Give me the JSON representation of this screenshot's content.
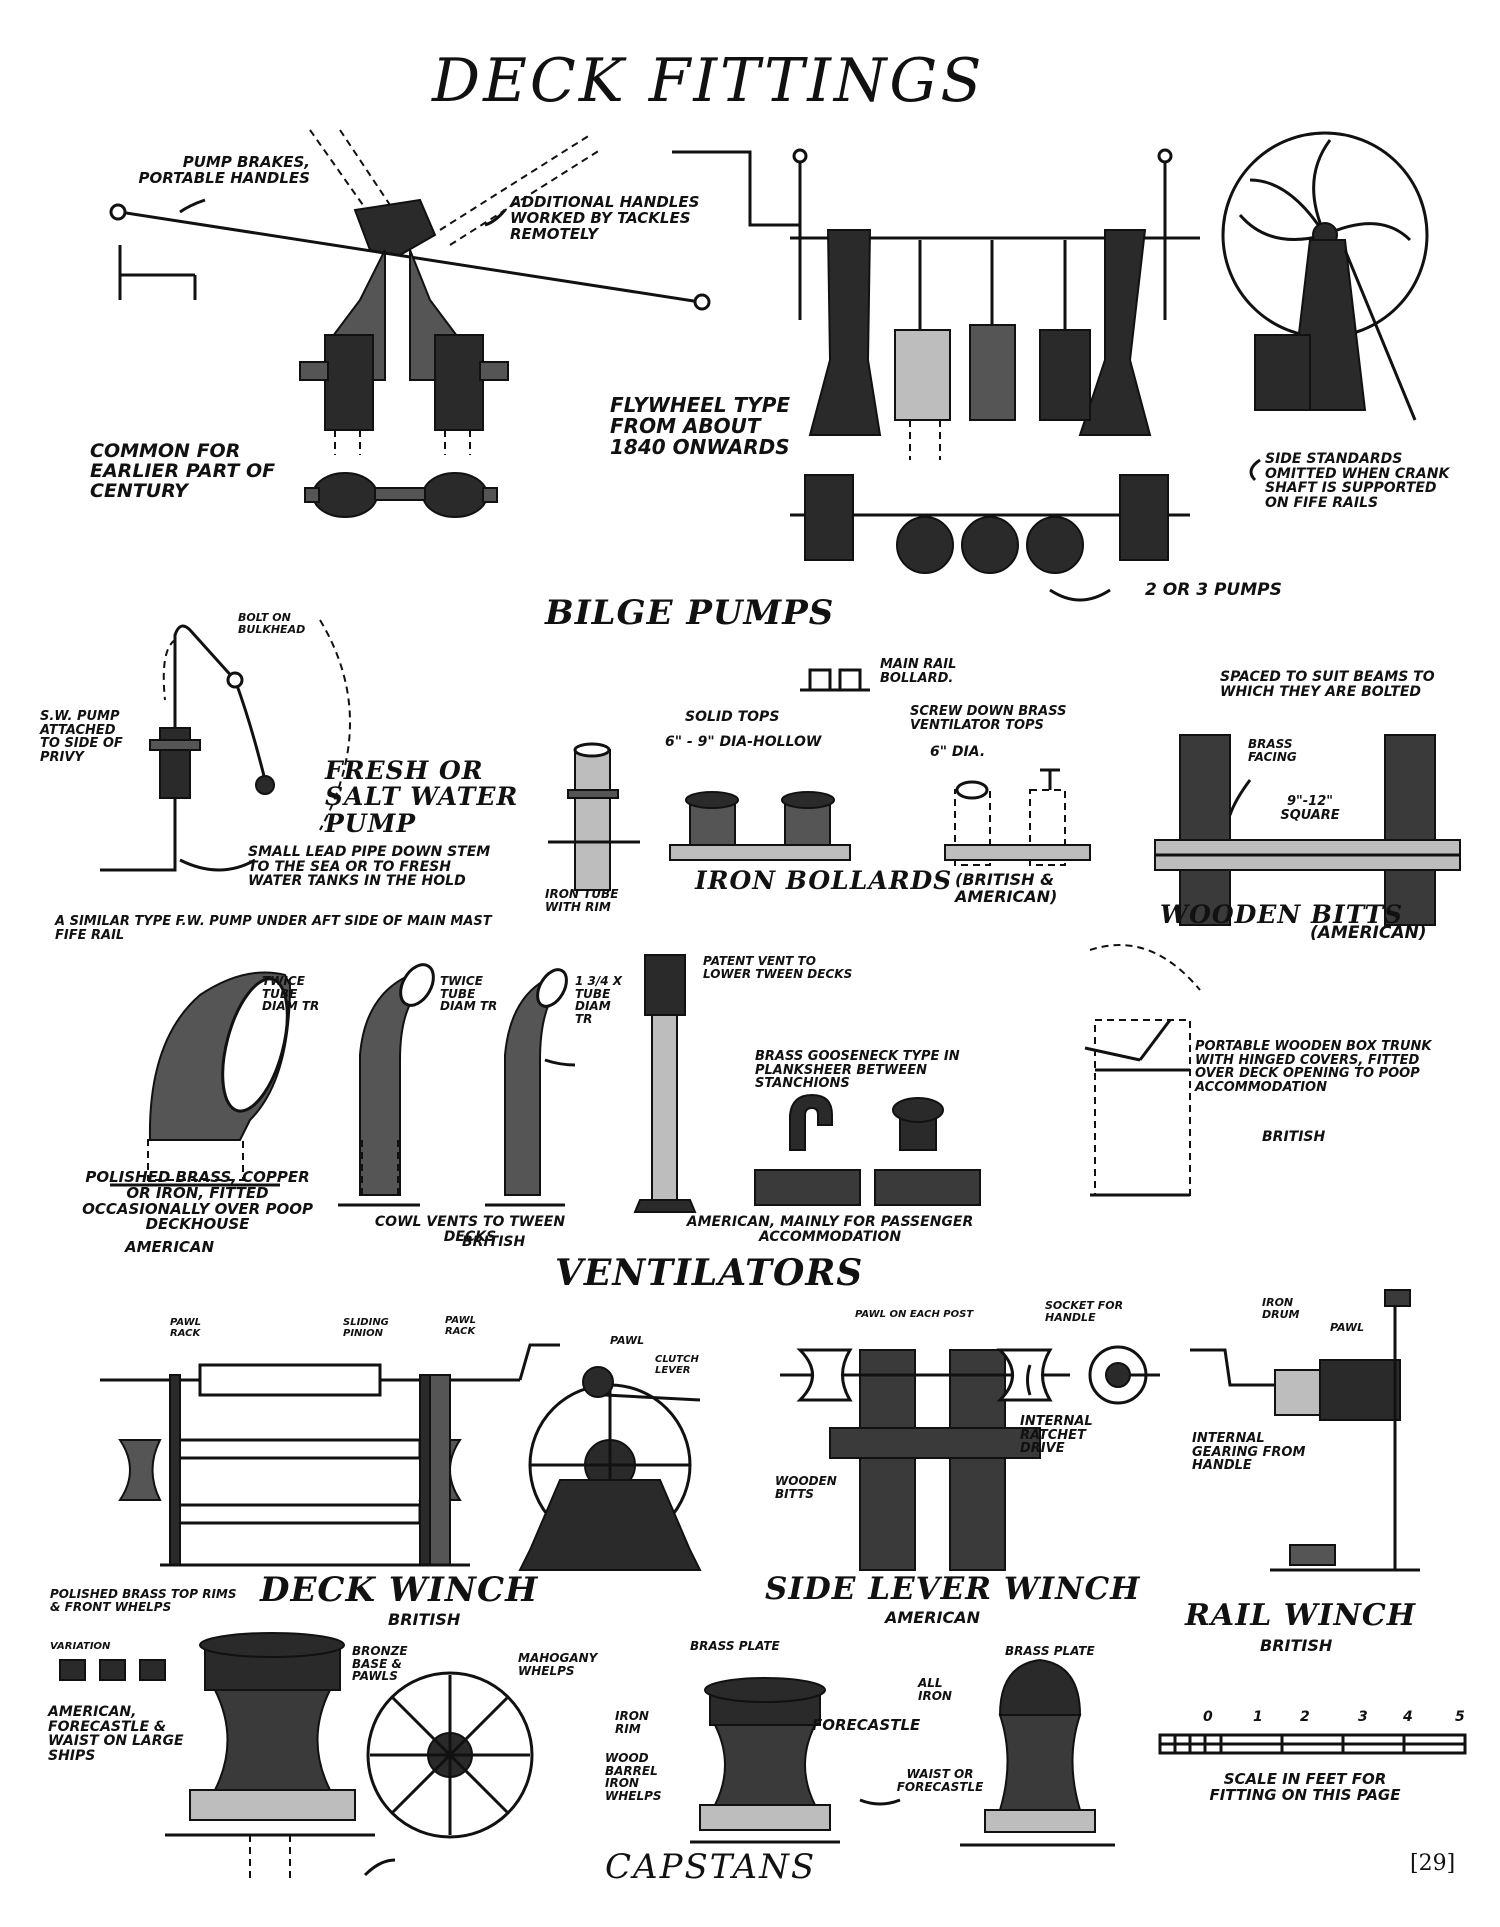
{
  "title": "DECK FITTINGS",
  "page_number": "[29]",
  "sections": {
    "bilge_pumps": "BILGE PUMPS",
    "ventilators": "VENTILATORS",
    "deck_winch": "DECK WINCH",
    "deck_winch_sub": "BRITISH",
    "side_lever_winch": "SIDE LEVER WINCH",
    "side_lever_winch_sub": "AMERICAN",
    "rail_winch": "RAIL WINCH",
    "rail_winch_sub": "BRITISH",
    "capstans": "CAPSTANS",
    "fresh_pump": "FRESH OR SALT WATER PUMP",
    "iron_bollards": "IRON BOLLARDS",
    "iron_bollards_sub": "(BRITISH & AMERICAN)",
    "wooden_bitts": "WOODEN BITTS",
    "wooden_bitts_sub": "(AMERICAN)"
  },
  "labels": {
    "pump_brakes": "PUMP BRAKES, PORTABLE HANDLES",
    "additional_handles": "ADDITIONAL HANDLES WORKED BY TACKLES REMOTELY",
    "common_earlier": "COMMON FOR EARLIER PART OF CENTURY",
    "flywheel_type": "FLYWHEEL TYPE FROM ABOUT 1840 ONWARDS",
    "side_standards": "SIDE STANDARDS OMITTED WHEN CRANK SHAFT IS SUPPORTED ON FIFE RAILS",
    "two_or_three_pumps": "2 OR 3 PUMPS",
    "bolt_on_bulkhead": "BOLT ON BULKHEAD",
    "sw_pump": "S.W. PUMP ATTACHED TO SIDE OF PRIVY",
    "small_lead_pipe": "SMALL LEAD PIPE DOWN STEM TO THE SEA OR TO FRESH WATER TANKS IN THE HOLD",
    "similar_type": "A SIMILAR TYPE F.W. PUMP UNDER AFT SIDE OF MAIN MAST FIFE RAIL",
    "main_rail_bollard": "MAIN RAIL BOLLARD.",
    "solid_tops": "SOLID TOPS",
    "solid_tops_dim": "6\" - 9\" DIA-HOLLOW",
    "screw_down": "SCREW DOWN BRASS VENTILATOR TOPS",
    "screw_down_dim": "6\" DIA.",
    "iron_tube": "IRON TUBE WITH RIM",
    "spaced_beams": "SPACED TO SUIT BEAMS TO WHICH THEY ARE BOLTED",
    "brass_facing": "BRASS FACING",
    "bitt_size": "9\"-12\" SQUARE",
    "twice_tube_1": "TWICE TUBE DIAM TR",
    "twice_tube_2": "TWICE TUBE DIAM TR",
    "one_three_quarter": "1 3/4 x TUBE DIAM TR",
    "patent_vent": "PATENT VENT TO LOWER TWEEN DECKS",
    "brass_gooseneck": "BRASS GOOSENECK TYPE IN PLANKSHEER BETWEEN STANCHIONS",
    "portable_trunk": "PORTABLE WOODEN BOX TRUNK WITH HINGED COVERS, FITTED OVER DECK OPENING TO POOP ACCOMMODATION",
    "portable_trunk_british": "BRITISH",
    "polished_brass": "POLISHED BRASS, COPPER OR IRON, FITTED OCCASIONALLY OVER POOP DECKHOUSE",
    "polished_brass_am": "AMERICAN",
    "cowl_vents": "COWL VENTS TO TWEEN DECKS",
    "cowl_vents_british": "BRITISH",
    "american_passenger": "AMERICAN, MAINLY FOR PASSENGER ACCOMMODATION",
    "pawl_rack_1": "PAWL RACK",
    "sliding_pinion": "SLIDING PINION",
    "pawl_rack_2": "PAWL RACK",
    "pawl_1": "PAWL",
    "clutch_lever": "CLUTCH LEVER",
    "pawl_each_post": "PAWL ON EACH POST",
    "socket_handle": "SOCKET FOR HANDLE",
    "internal_ratchet": "INTERNAL RATCHET DRIVE",
    "wooden_bitts_small": "WOODEN BITTS",
    "iron_drum": "IRON DRUM",
    "pawl_2": "PAWL",
    "internal_gearing": "INTERNAL GEARING FROM HANDLE",
    "polished_brass_top": "POLISHED BRASS TOP RIMS & FRONT WHELPS",
    "variation": "VARIATION",
    "american_forecastle": "AMERICAN, FORECASTLE & WAIST ON LARGE SHIPS",
    "bronze_base": "BRONZE BASE & PAWLS",
    "mahogany_whelps": "MAHOGANY WHELPS",
    "brass_plate_1": "BRASS PLATE",
    "iron_rim": "IRON RIM",
    "wood_barrel": "WOOD BARREL IRON WHELPS",
    "forecastle": "FORECASTLE",
    "brass_plate_2": "BRASS PLATE",
    "all_iron": "ALL IRON",
    "waist_or_forecastle": "WAIST OR FORECASTLE",
    "scale_caption": "SCALE IN FEET FOR FITTING ON THIS PAGE"
  },
  "scale_ticks": [
    "0",
    "1",
    "2",
    "3",
    "4",
    "5"
  ]
}
